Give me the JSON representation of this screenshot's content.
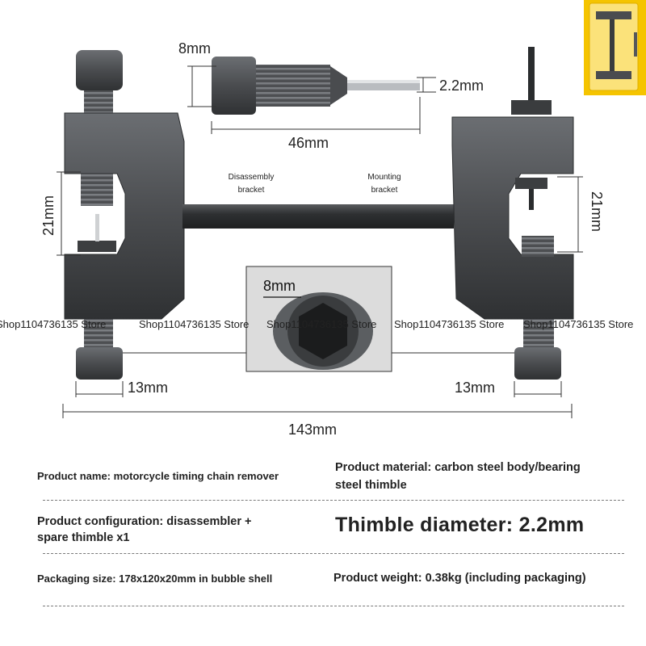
{
  "dimensions": {
    "pin_body": "8mm",
    "thimble": "2.2mm",
    "pin_length": "46mm",
    "left_gap": "21mm",
    "right_gap": "21mm",
    "socket": "8mm",
    "left_bolt": "13mm",
    "right_bolt": "13mm",
    "total_length": "143mm"
  },
  "labels": {
    "disassembly": [
      "Disassembly",
      "bracket"
    ],
    "mounting": [
      "Mounting",
      "bracket"
    ]
  },
  "watermark": "Shop1104736135 Store",
  "specs": {
    "product_name": "Product name: motorcycle timing chain remover",
    "material": [
      "Product material: carbon steel body/bearing",
      "steel thimble"
    ],
    "configuration": [
      "Product configuration: disassembler +",
      "spare thimble x1"
    ],
    "thimble_diameter": "Thimble diameter: 2.2mm",
    "packaging_size": "Packaging size: 178x120x20mm in bubble shell",
    "weight": "Product weight: 0.38kg (including packaging)"
  },
  "colors": {
    "metal": "#4a4c4f",
    "metal_light": "#6b6e72",
    "metal_dark": "#2c2e30",
    "package_yellow": "#f5c400"
  }
}
